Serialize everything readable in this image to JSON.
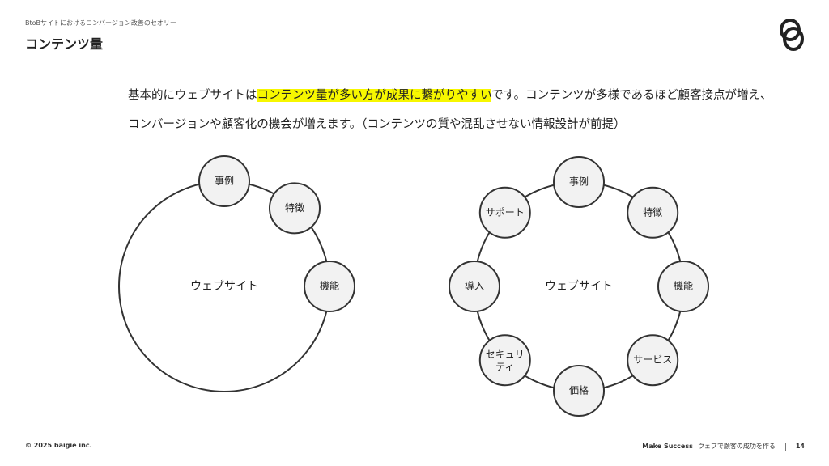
{
  "header": {
    "subtitle": "BtoBサイトにおけるコンバージョン改善のセオリー",
    "title": "コンテンツ量"
  },
  "body": {
    "before": "基本的にウェブサイトは",
    "highlight": "コンテンツ量が多い方が成果に繋がりやすい",
    "after": "です。コンテンツが多様であるほど顧客接点が増え、コンバージョンや顧客化の機会が増えます。（コンテンツの質や混乱させない情報設計が前提）"
  },
  "left_diagram": {
    "center": "ウェブサイト",
    "nodes": [
      "事例",
      "特徴",
      "機能"
    ]
  },
  "right_diagram": {
    "center": "ウェブサイト",
    "nodes": [
      "事例",
      "特徴",
      "機能",
      "サービス",
      "価格",
      "セキュリティ",
      "導入",
      "サポート"
    ]
  },
  "footer": {
    "copyright": "© 2025 baigie inc.",
    "brand": "Make Success",
    "tagline": "ウェブで顧客の成功を作る",
    "page": "14"
  },
  "colors": {
    "highlight": "#f7f700",
    "node_fill": "#f2f2f2",
    "stroke": "#333333"
  }
}
